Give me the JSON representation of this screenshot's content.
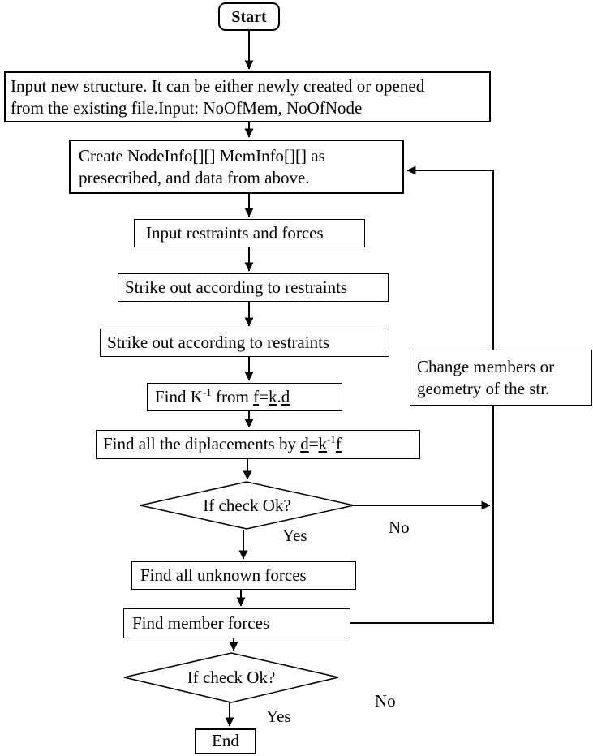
{
  "nodes": {
    "start": "Start",
    "input_structure_line1": "Input new structure. It can be either newly created or opened",
    "input_structure_line2": "from the existing file.Input: NoOfMem, NoOfNode",
    "create_info_line1": "Create NodeInfo[][] MemInfo[][] as",
    "create_info_line2": "presecribed, and data from above.",
    "input_restraints": "Input restraints and forces",
    "strike_out_1": "Strike out according to restraints",
    "strike_out_2": "Strike out according to restraints",
    "find_k": {
      "t1": "Find K",
      "sup1": "-1",
      "t2": " from ",
      "f": "f",
      "eq": "=",
      "k": "k",
      "dot": ".",
      "d": "d"
    },
    "find_disp": {
      "t1": "Find all the diplacements by ",
      "d": "d",
      "eq": "=",
      "k": "k",
      "sup1": "-1",
      "f": "f"
    },
    "check1": "If check Ok?",
    "change_members_line1": "Change members or",
    "change_members_line2": "geometry of the str.",
    "find_unknown": "Find all unknown forces",
    "find_member": "Find member forces",
    "check2": "If check Ok?",
    "end": "End"
  },
  "edge_labels": {
    "yes1": "Yes",
    "no1": "No",
    "yes2": "Yes",
    "no2": "No"
  },
  "colors": {
    "stroke": "#000000",
    "fill": "#ffffff",
    "text": "#000000"
  }
}
